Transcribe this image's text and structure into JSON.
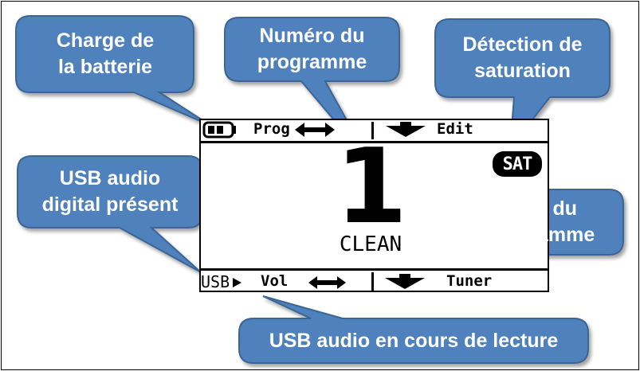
{
  "callouts": {
    "battery": "Charge de\nla batterie",
    "program_number": "Numéro du\nprogramme",
    "saturation": "Détection de\nsaturation",
    "usb_digital": "USB audio\ndigital présent",
    "program_name": "Nom du\nprogramme",
    "usb_playing": "USB audio en cours de lecture"
  },
  "screen": {
    "top_bar": {
      "prog": "Prog",
      "edit": "Edit"
    },
    "badge": "SAT",
    "program_number": "1",
    "program_name": "CLEAN",
    "bottom_bar": {
      "usb": "USB",
      "vol": "Vol",
      "tuner": "Tuner"
    }
  },
  "colors": {
    "callout_fill": "#4F81BD",
    "callout_stroke": "#3A6595",
    "text": "#ffffff"
  }
}
